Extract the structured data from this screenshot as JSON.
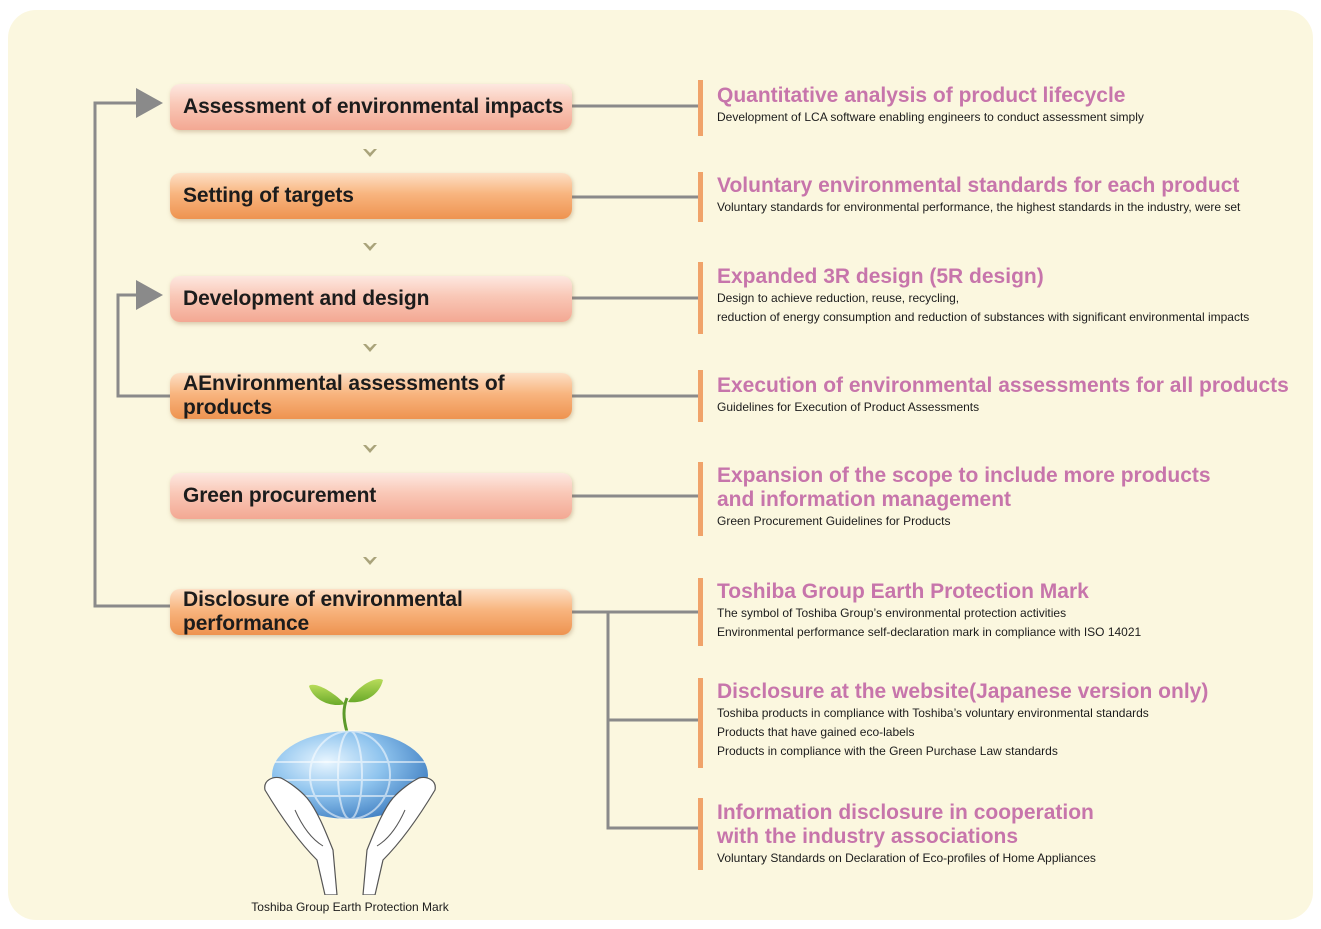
{
  "steps": [
    {
      "label": "Assessment of environmental impacts",
      "tone": "pink"
    },
    {
      "label": "Setting of targets",
      "tone": "orange"
    },
    {
      "label": "Development and design",
      "tone": "pink"
    },
    {
      "label": "AEnvironmental assessments of products",
      "tone": "orange"
    },
    {
      "label": "Green procurement",
      "tone": "pink"
    },
    {
      "label": "Disclosure of environmental performance",
      "tone": "orange"
    }
  ],
  "details": [
    {
      "title": "Quantitative analysis of product lifecycle",
      "lines": [
        "Development of LCA software enabling engineers to conduct assessment simply"
      ]
    },
    {
      "title": "Voluntary environmental standards for each product",
      "lines": [
        "Voluntary standards for environmental performance, the highest standards in the industry, were set"
      ]
    },
    {
      "title": "Expanded 3R design (5R design)",
      "lines": [
        "Design to achieve reduction, reuse, recycling,",
        "reduction of energy consumption and reduction of substances with significant environmental impacts"
      ]
    },
    {
      "title": "Execution of environmental assessments for all products",
      "lines": [
        "Guidelines for Execution of Product Assessments"
      ]
    },
    {
      "title": "Expansion of the scope to include more products\nand information management",
      "lines": [
        "Green Procurement Guidelines for Products"
      ]
    },
    {
      "title": "Toshiba Group Earth Protection Mark",
      "lines": [
        "The symbol of Toshiba Group’s environmental protection activities",
        "Environmental performance self-declaration mark in compliance with ISO 14021"
      ]
    },
    {
      "title": "Disclosure at the website(Japanese version only)",
      "lines": [
        "Toshiba products in compliance with Toshiba’s voluntary environmental standards",
        "Products that have gained eco-labels",
        "Products in compliance with the Green Purchase Law standards"
      ]
    },
    {
      "title": "Information disclosure in cooperation\nwith the industry associations",
      "lines": [
        "Voluntary Standards on Declaration of Eco-profiles of Home Appliances"
      ]
    }
  ],
  "logo_caption": "Toshiba Group Earth Protection Mark",
  "colors": {
    "background": "#fbf7df",
    "pink_box": "#f6b6a2",
    "orange_box": "#f2a363",
    "title_text": "#c775ab",
    "connector": "#8a8a8a"
  }
}
